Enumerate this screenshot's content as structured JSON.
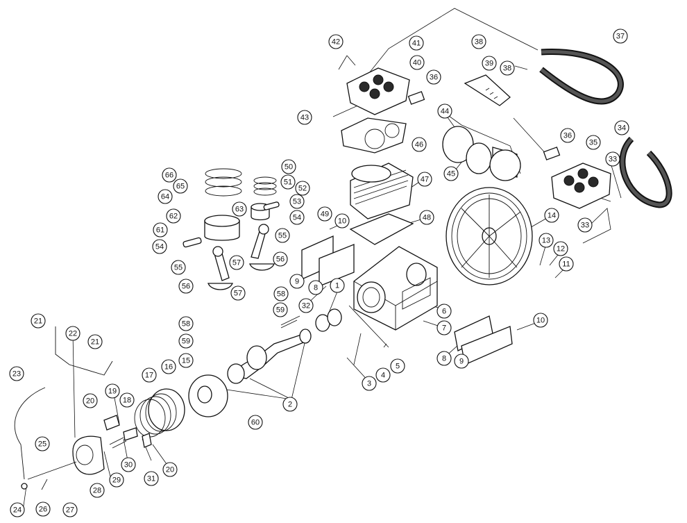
{
  "diagram": {
    "callouts": [
      {
        "n": "1"
      },
      {
        "n": "2"
      },
      {
        "n": "3"
      },
      {
        "n": "4"
      },
      {
        "n": "5"
      },
      {
        "n": "6"
      },
      {
        "n": "7"
      },
      {
        "n": "8"
      },
      {
        "n": "8"
      },
      {
        "n": "9"
      },
      {
        "n": "9"
      },
      {
        "n": "10"
      },
      {
        "n": "10"
      },
      {
        "n": "11"
      },
      {
        "n": "12"
      },
      {
        "n": "13"
      },
      {
        "n": "14"
      },
      {
        "n": "15"
      },
      {
        "n": "16"
      },
      {
        "n": "17"
      },
      {
        "n": "18"
      },
      {
        "n": "19"
      },
      {
        "n": "20"
      },
      {
        "n": "20"
      },
      {
        "n": "21"
      },
      {
        "n": "21"
      },
      {
        "n": "22"
      },
      {
        "n": "23"
      },
      {
        "n": "24"
      },
      {
        "n": "25"
      },
      {
        "n": "26"
      },
      {
        "n": "27"
      },
      {
        "n": "28"
      },
      {
        "n": "29"
      },
      {
        "n": "30"
      },
      {
        "n": "31"
      },
      {
        "n": "32"
      },
      {
        "n": "33"
      },
      {
        "n": "33"
      },
      {
        "n": "34"
      },
      {
        "n": "35"
      },
      {
        "n": "36"
      },
      {
        "n": "36"
      },
      {
        "n": "37"
      },
      {
        "n": "38"
      },
      {
        "n": "38"
      },
      {
        "n": "39"
      },
      {
        "n": "40"
      },
      {
        "n": "41"
      },
      {
        "n": "42"
      },
      {
        "n": "43"
      },
      {
        "n": "44"
      },
      {
        "n": "45"
      },
      {
        "n": "46"
      },
      {
        "n": "47"
      },
      {
        "n": "48"
      },
      {
        "n": "49"
      },
      {
        "n": "50"
      },
      {
        "n": "51"
      },
      {
        "n": "52"
      },
      {
        "n": "53"
      },
      {
        "n": "54"
      },
      {
        "n": "54"
      },
      {
        "n": "55"
      },
      {
        "n": "55"
      },
      {
        "n": "56"
      },
      {
        "n": "56"
      },
      {
        "n": "57"
      },
      {
        "n": "57"
      },
      {
        "n": "58"
      },
      {
        "n": "58"
      },
      {
        "n": "59"
      },
      {
        "n": "59"
      },
      {
        "n": "60"
      },
      {
        "n": "61"
      },
      {
        "n": "62"
      },
      {
        "n": "63"
      },
      {
        "n": "64"
      },
      {
        "n": "65"
      },
      {
        "n": "66"
      }
    ]
  }
}
